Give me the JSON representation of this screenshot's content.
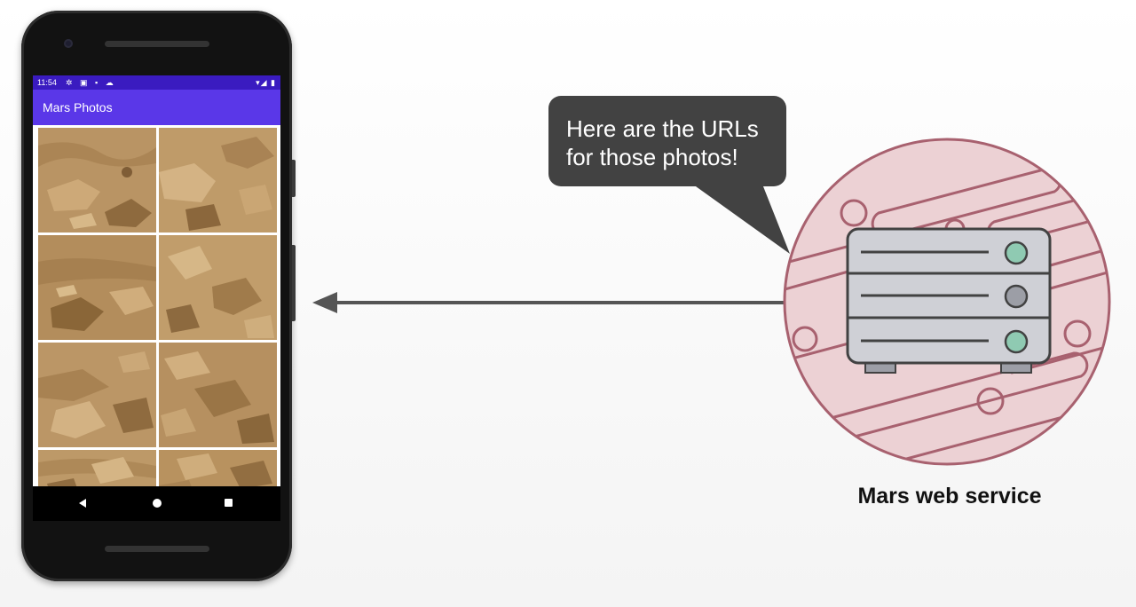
{
  "phone": {
    "status_bar": {
      "time": "11:54",
      "left_icons": "✲ ▣ ▪ ☁",
      "right_icons": "▾◢ ▮"
    },
    "app_bar": {
      "title": "Mars Photos"
    },
    "photo_grid": {
      "columns": 2,
      "visible_tiles": 8
    },
    "nav_bar": {
      "icons": [
        "back-icon",
        "home-icon",
        "recents-icon"
      ]
    }
  },
  "speech_bubble": {
    "text": "Here are the URLs for those photos!"
  },
  "server": {
    "caption": "Mars web service",
    "icon": "server-icon"
  },
  "colors": {
    "status_bar": "#3a1bc0",
    "app_bar": "#5a37e8",
    "bubble": "#424242",
    "planet_fill": "#ecd1d4",
    "planet_stroke": "#a8616f",
    "server_body": "#cfd0d6",
    "light_green": "#8fcab2",
    "light_gray": "#9c9ea6",
    "arrow": "#555555"
  }
}
